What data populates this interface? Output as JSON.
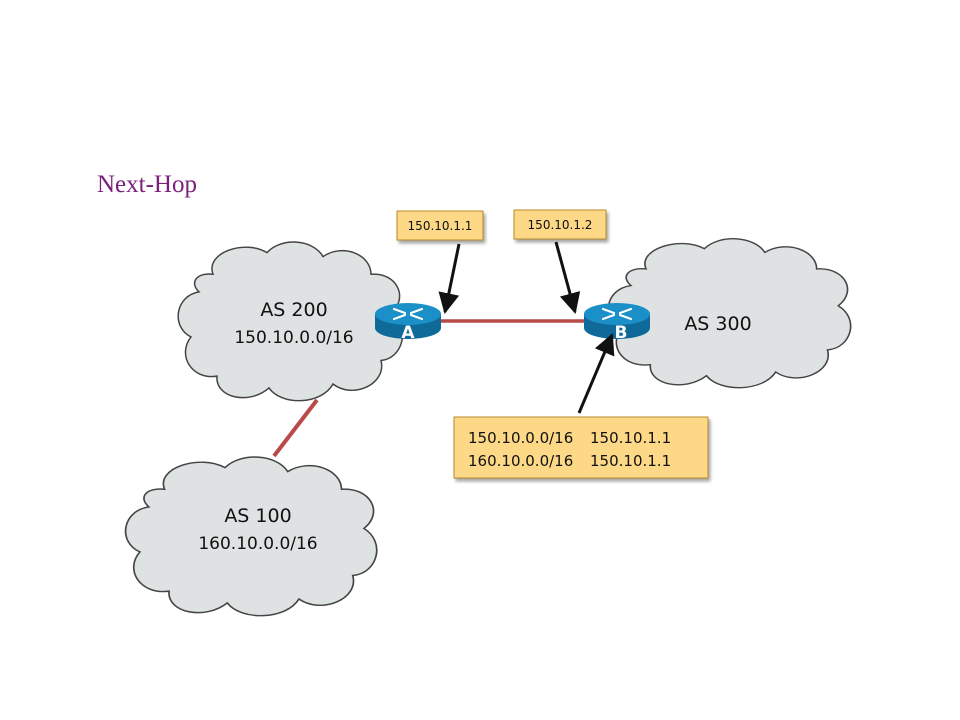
{
  "title": "Next-Hop",
  "colors": {
    "title": "#7a1f7a",
    "cloud_fill": "#dfe2e3",
    "cloud_stroke": "#444444",
    "link": "#b94a4a",
    "label_fill": "#fdd886",
    "label_stroke": "#b98a2a",
    "router": "#1b8fc7",
    "router_dark": "#0f6a99",
    "arrow": "#111111"
  },
  "clouds": [
    {
      "id": "as200",
      "name": "AS 200",
      "prefix": "150.10.0.0/16"
    },
    {
      "id": "as300",
      "name": "AS 300",
      "prefix": ""
    },
    {
      "id": "as100",
      "name": "AS 100",
      "prefix": "160.10.0.0/16"
    }
  ],
  "routers": [
    {
      "id": "A",
      "label": "A",
      "icon": "router-icon"
    },
    {
      "id": "B",
      "label": "B",
      "icon": "router-icon"
    }
  ],
  "interfaces": [
    {
      "id": "a-if",
      "ip": "150.10.1.1"
    },
    {
      "id": "b-if",
      "ip": "150.10.1.2"
    }
  ],
  "routing_table": {
    "rows": [
      {
        "prefix": "150.10.0.0/16",
        "next_hop": "150.10.1.1"
      },
      {
        "prefix": "160.10.0.0/16",
        "next_hop": "150.10.1.1"
      }
    ]
  }
}
